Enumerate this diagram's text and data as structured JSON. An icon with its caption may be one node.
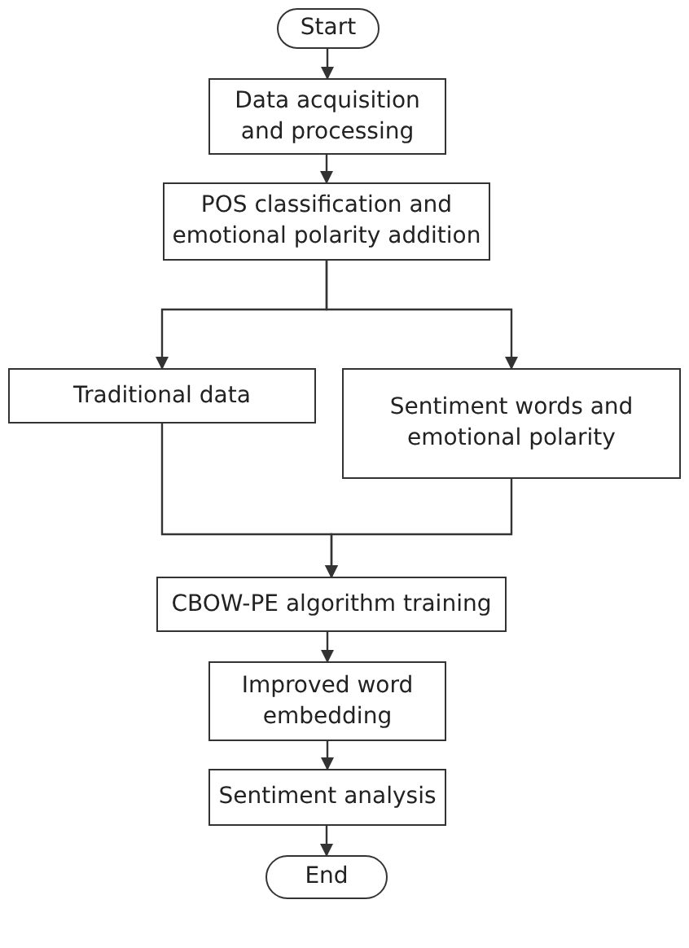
{
  "diagram": {
    "nodes": [
      {
        "text": [
          "Start"
        ]
      },
      {
        "text": [
          "Data acquisition and processing"
        ]
      },
      {
        "text": [
          "POS classification and emotional polarity addition"
        ]
      },
      {
        "text": [
          "Traditional data"
        ]
      },
      {
        "text": [
          "Sentiment words and emotional polarity"
        ]
      },
      {
        "text": [
          "CBOW-PE algorithm training"
        ]
      },
      {
        "text": [
          "Improved word embedding"
        ]
      },
      {
        "text": [
          "Sentiment analysis"
        ]
      },
      {
        "text": [
          "End"
        ]
      }
    ],
    "edges": [
      {
        "from": 0,
        "to": 1,
        "arrow": "to"
      },
      {
        "from": 1,
        "to": 2,
        "arrow": "to"
      },
      {
        "from": 2,
        "to": 3,
        "arrow": "to"
      },
      {
        "from": 2,
        "to": 4,
        "arrow": "to"
      },
      {
        "from": 3,
        "to": 5,
        "arrow": "to"
      },
      {
        "from": 4,
        "to": 5,
        "arrow": "to"
      },
      {
        "from": 5,
        "to": 6,
        "arrow": "to"
      },
      {
        "from": 6,
        "to": 7,
        "arrow": "to"
      },
      {
        "from": 7,
        "to": 8,
        "arrow": "to"
      }
    ]
  }
}
